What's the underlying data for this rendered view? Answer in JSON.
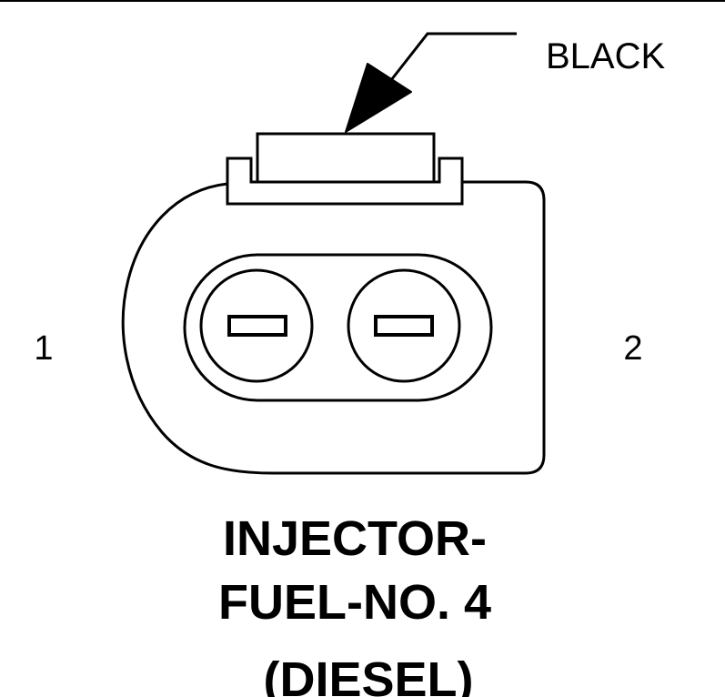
{
  "diagram": {
    "wire_color_label": "BLACK",
    "pin_left_label": "1",
    "pin_right_label": "2",
    "title_line1": "INJECTOR-",
    "title_line2": "FUEL-NO. 4",
    "title_line3": "(DIESEL)"
  },
  "colors": {
    "stroke": "#000000",
    "background": "#ffffff"
  }
}
